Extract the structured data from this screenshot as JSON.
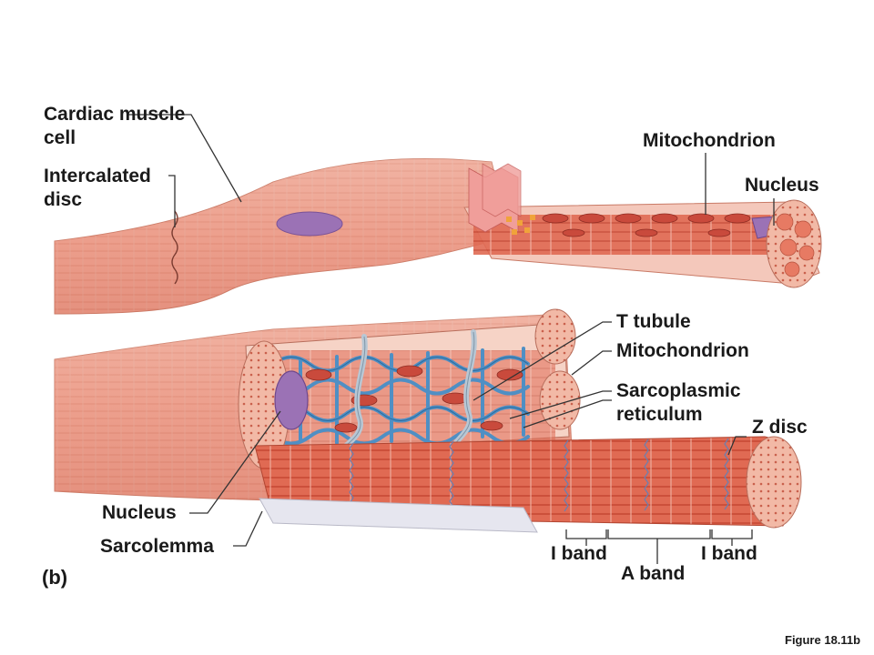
{
  "labels": {
    "cardiac_muscle_cell": "Cardiac muscle cell",
    "intercalated_disc": "Intercalated disc",
    "mitochondrion_top": "Mitochondrion",
    "nucleus_top": "Nucleus",
    "t_tubule": "T tubule",
    "mitochondrion_mid": "Mitochondrion",
    "sarcoplasmic_reticulum": "Sarcoplasmic reticulum",
    "z_disc": "Z disc",
    "nucleus_bottom": "Nucleus",
    "sarcolemma": "Sarcolemma",
    "i_band_left": "I band",
    "a_band": "A band",
    "i_band_right": "I band"
  },
  "panel_label": "(b)",
  "figure_caption": "Figure 18.11b",
  "colors": {
    "muscle": "#e8927f",
    "muscle_light": "#f3c1b2",
    "myofibril": "#d9553f",
    "reticulum": "#4f8fc4",
    "t_tubule": "#b8c7d4",
    "nucleus": "#9b72b5",
    "mitochondrion": "#c94a3c",
    "leader": "#333333"
  }
}
